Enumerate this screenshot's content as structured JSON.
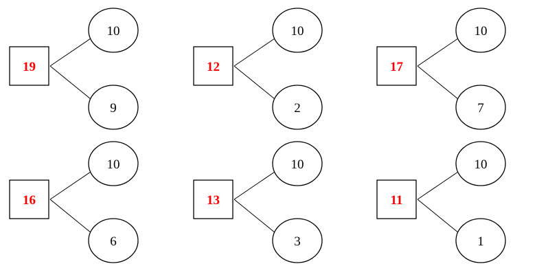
{
  "colors": {
    "total_text": "#ff0000",
    "part_text": "#000000",
    "stroke": "#000000"
  },
  "bonds": [
    {
      "total": "19",
      "parts": [
        "10",
        "9"
      ]
    },
    {
      "total": "12",
      "parts": [
        "10",
        "2"
      ]
    },
    {
      "total": "17",
      "parts": [
        "10",
        "7"
      ]
    },
    {
      "total": "16",
      "parts": [
        "10",
        "6"
      ]
    },
    {
      "total": "13",
      "parts": [
        "10",
        "3"
      ]
    },
    {
      "total": "11",
      "parts": [
        "10",
        "1"
      ]
    }
  ]
}
